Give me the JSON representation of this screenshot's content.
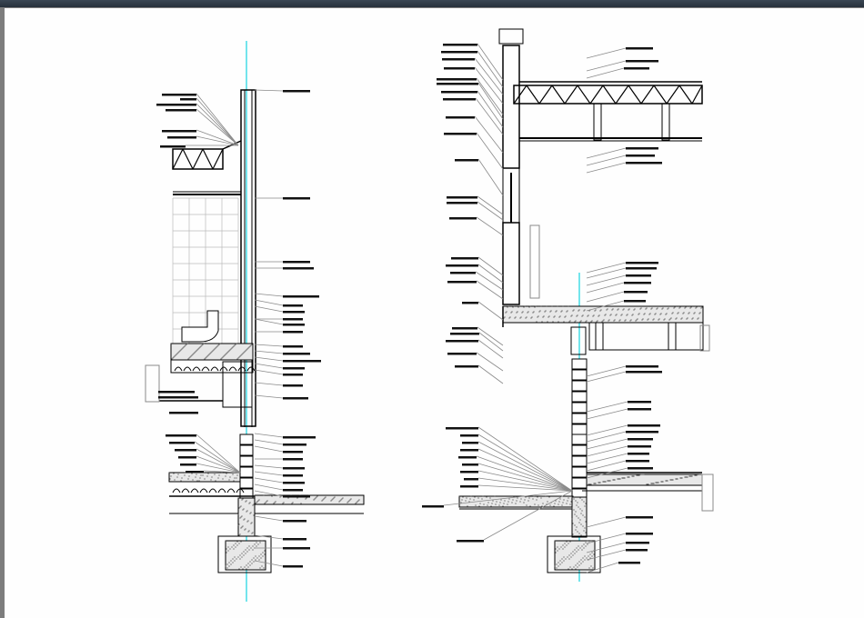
{
  "drawing": {
    "type": "cad-wall-sections",
    "sections": [
      "left-section",
      "right-section"
    ],
    "colors": {
      "background": "#fefefe",
      "line": "#000000",
      "leader": "#8a8a8a",
      "axis": "#17d4e0",
      "label_bar": "#111111",
      "frame": "#7d7d7d",
      "titlebar": "#2e3a46"
    }
  }
}
